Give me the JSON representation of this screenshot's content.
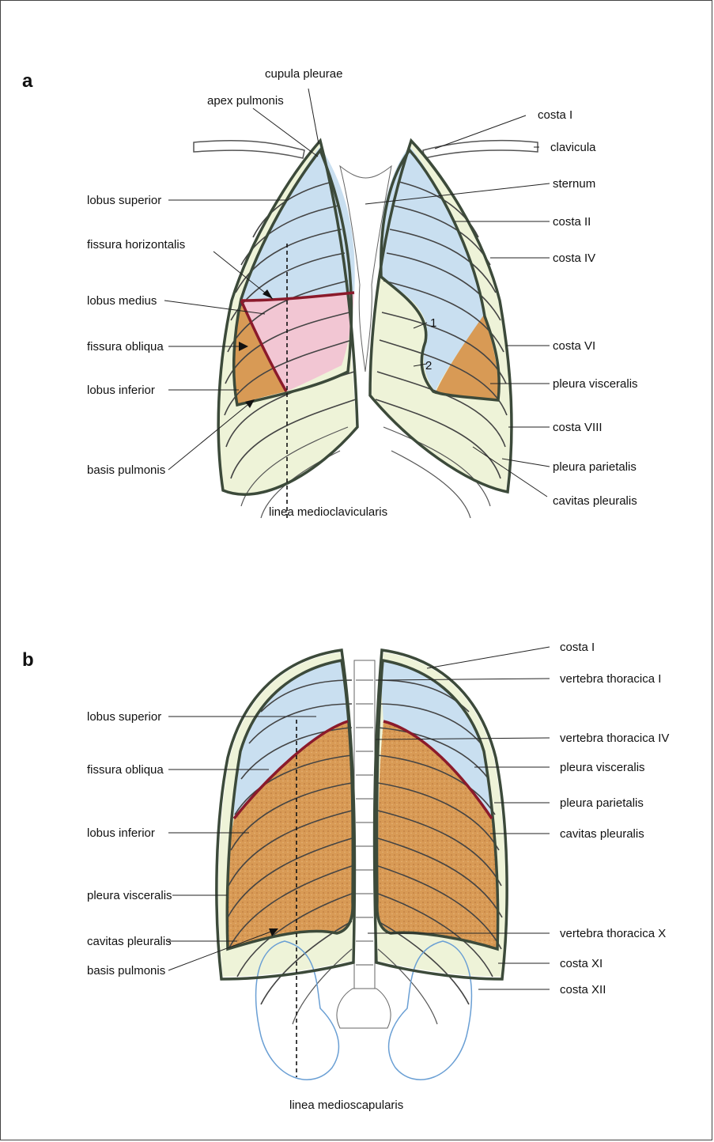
{
  "panel_a": {
    "letter": "a",
    "labels": {
      "cupula_pleurae": "cupula pleurae",
      "apex_pulmonis": "apex pulmonis",
      "lobus_superior": "lobus superior",
      "fissura_horizontalis": "fissura horizontalis",
      "lobus_medius": "lobus medius",
      "fissura_obliqua": "fissura obliqua",
      "lobus_inferior": "lobus inferior",
      "basis_pulmonis": "basis pulmonis",
      "linea_medioclavicularis": "linea medioclavicularis",
      "costa_I": "costa I",
      "clavicula": "clavicula",
      "sternum": "sternum",
      "costa_II": "costa II",
      "costa_IV": "costa IV",
      "costa_VI": "costa VI",
      "pleura_visceralis": "pleura visceralis",
      "costa_VIII": "costa VIII",
      "pleura_parietalis": "pleura parietalis",
      "cavitas_pleuralis": "cavitas pleuralis",
      "num_1": "1",
      "num_2": "2"
    }
  },
  "panel_b": {
    "letter": "b",
    "labels": {
      "lobus_superior": "lobus superior",
      "fissura_obliqua": "fissura obliqua",
      "lobus_inferior": "lobus inferior",
      "pleura_visceralis_left": "pleura visceralis",
      "cavitas_pleuralis_left": "cavitas pleuralis",
      "basis_pulmonis": "basis pulmonis",
      "linea_medioscapularis": "linea medioscapularis",
      "costa_I": "costa I",
      "vertebra_thoracica_I": "vertebra thoracica I",
      "vertebra_thoracica_IV": "vertebra thoracica IV",
      "pleura_visceralis_right": "pleura visceralis",
      "pleura_parietalis": "pleura parietalis",
      "cavitas_pleuralis_right": "cavitas pleuralis",
      "vertebra_thoracica_X": "vertebra thoracica X",
      "costa_XI": "costa XI",
      "costa_XII": "costa XII"
    }
  },
  "colors": {
    "lobus_superior": "#c9dff0",
    "lobus_medius": "#f2c6d3",
    "lobus_inferior": "#d89a55",
    "pleural_space": "#eef3d8",
    "pleura_line": "#3c4a3a",
    "fissure_line": "#8b1a2b",
    "kidney": "#6a9fd4"
  }
}
